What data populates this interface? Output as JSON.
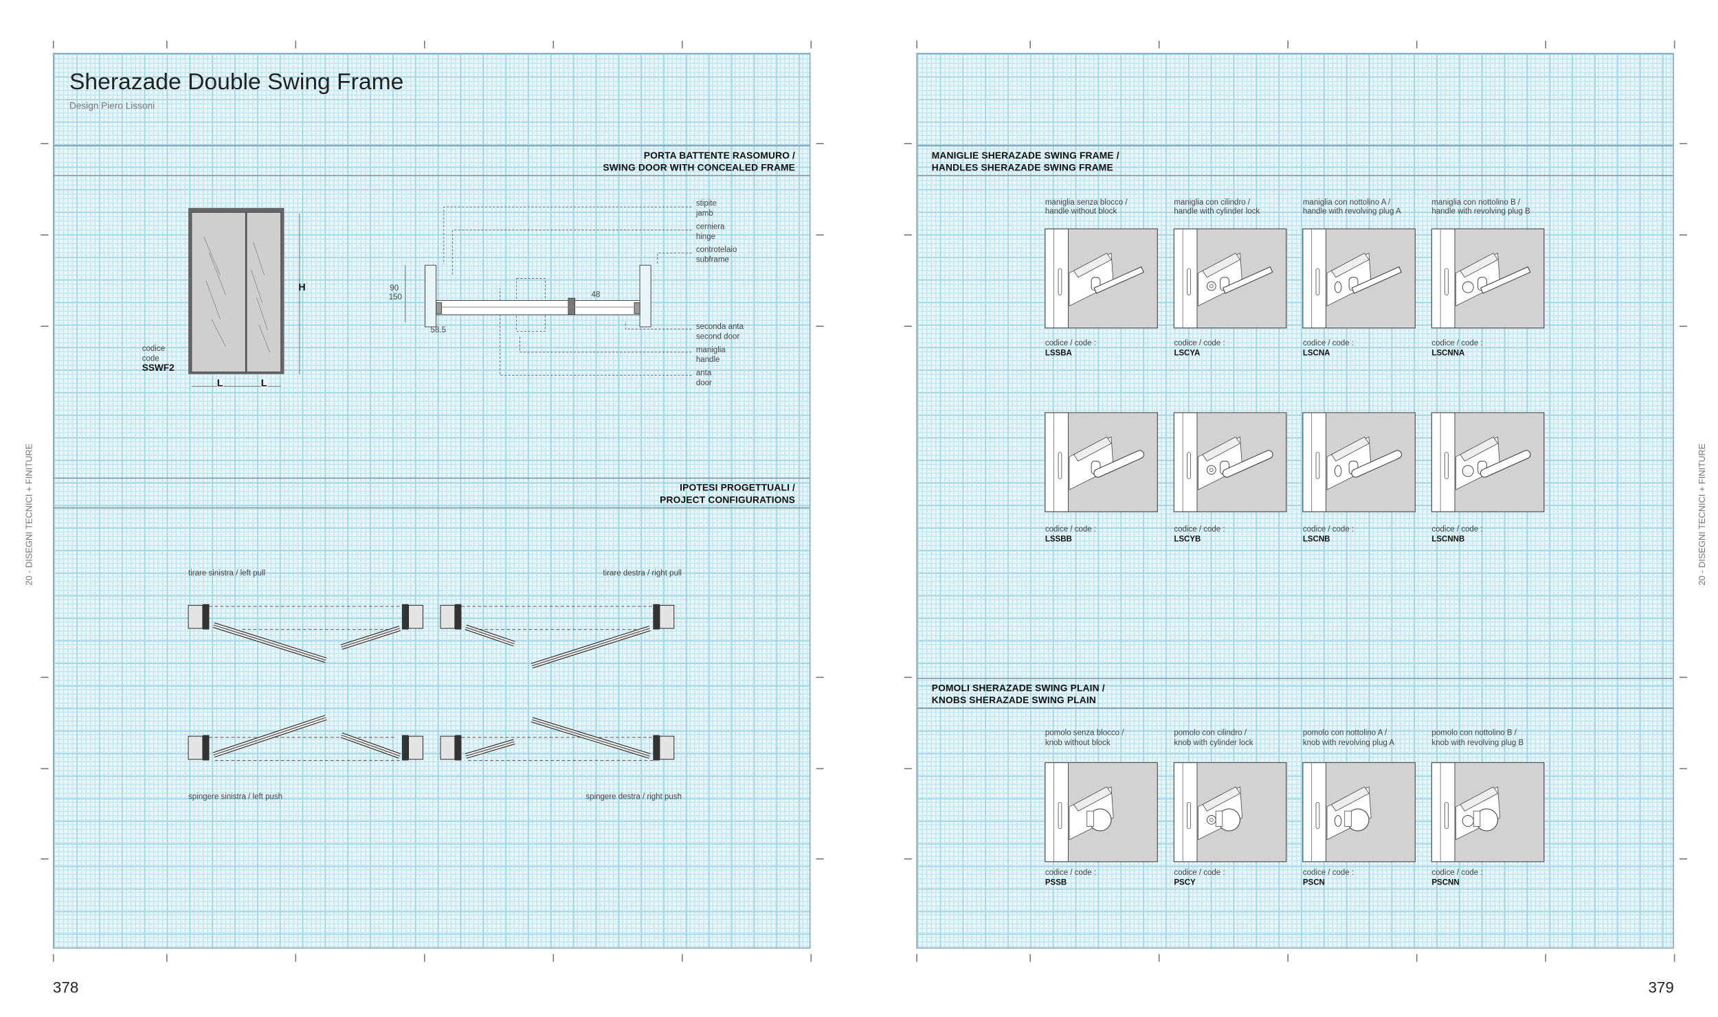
{
  "left_page": {
    "title": "Sherazade Double Swing Frame",
    "subtitle": "Design Piero Lissoni",
    "section1": {
      "line1": "PORTA BATTENTE RASOMURO /",
      "line2": "SWING DOOR WITH CONCEALED FRAME"
    },
    "elevation": {
      "code_label_it": "codice",
      "code_label_en": "code",
      "code": "SSWF2",
      "height_label": "H",
      "width_label_1": "L",
      "width_label_2": "L"
    },
    "section_drawing": {
      "dims": {
        "d90": "90",
        "d150": "150",
        "d48": "48",
        "d585": "58.5"
      },
      "labels": [
        {
          "it": "stipite",
          "en": "jamb"
        },
        {
          "it": "cerniera",
          "en": "hinge"
        },
        {
          "it": "controtelaio",
          "en": "subframe"
        },
        {
          "it": "seconda anta",
          "en": "second door"
        },
        {
          "it": "maniglia",
          "en": "handle"
        },
        {
          "it": "anta",
          "en": "door"
        }
      ]
    },
    "section2": {
      "line1": "IPOTESI PROGETTUALI /",
      "line2": "PROJECT CONFIGURATIONS"
    },
    "configs": {
      "left_pull": "tirare sinistra / left pull",
      "right_pull": "tirare destra / right pull",
      "left_push": "spingere sinistra / left push",
      "right_push": "spingere destra / right push"
    },
    "page_number": "378",
    "side_label": "20 - DISEGNI TECNICI + FINITURE"
  },
  "right_page": {
    "section1": {
      "line1": "MANIGLIE SHERAZADE SWING FRAME /",
      "line2": "HANDLES SHERAZADE SWING FRAME"
    },
    "handle_types": [
      {
        "it": "maniglia senza blocco /",
        "en": "handle without block"
      },
      {
        "it": "maniglia con cilindro /",
        "en": "handle with cylinder lock"
      },
      {
        "it": "maniglia con nottolino A /",
        "en": "handle with revolving plug A"
      },
      {
        "it": "maniglia con nottolino B /",
        "en": "handle with revolving plug B"
      }
    ],
    "code_label": "codice / code :",
    "handles_row_a": [
      "LSSBA",
      "LSCYA",
      "LSCNA",
      "LSCNNA"
    ],
    "handles_row_b": [
      "LSSBB",
      "LSCYB",
      "LSCNB",
      "LSCNNB"
    ],
    "section2": {
      "line1": "POMOLI SHERAZADE SWING PLAIN /",
      "line2": "KNOBS SHERAZADE SWING PLAIN"
    },
    "knob_types": [
      {
        "it": "pomolo senza blocco /",
        "en": "knob without block"
      },
      {
        "it": "pomolo con cilindro /",
        "en": "knob with cylinder lock"
      },
      {
        "it": "pomolo con nottolino A /",
        "en": "knob with revolving plug A"
      },
      {
        "it": "pomolo con nottolino B /",
        "en": "knob with revolving plug B"
      }
    ],
    "knobs": [
      "PSSB",
      "PSCY",
      "PSCN",
      "PSCNN"
    ],
    "page_number": "379",
    "side_label": "20 - DISEGNI TECNICI + FINITURE"
  }
}
